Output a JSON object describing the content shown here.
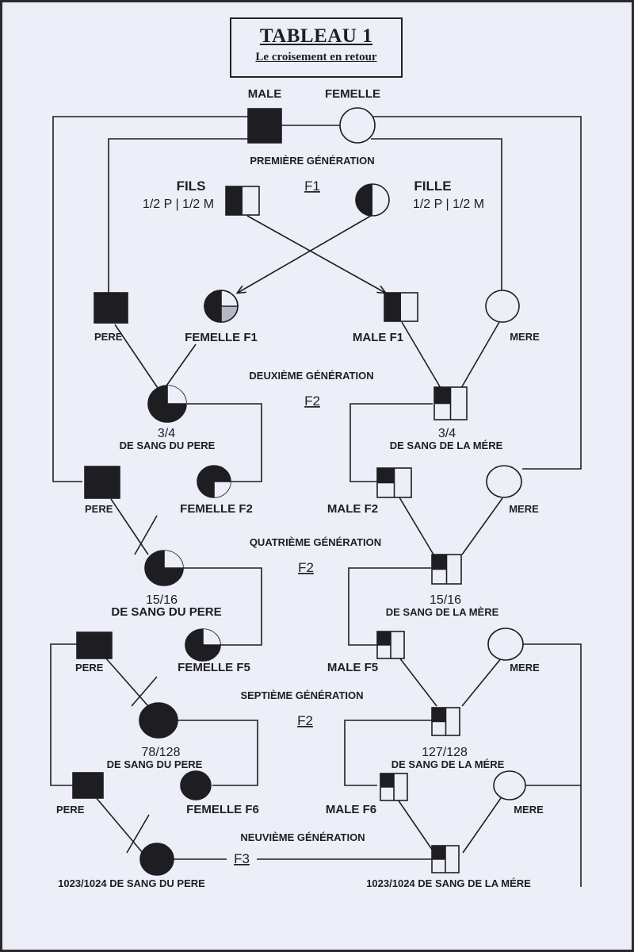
{
  "header": {
    "title": "TABLEAU 1",
    "subtitle": "Le croisement en retour"
  },
  "colors": {
    "ink": "#1e1e22",
    "paper": "#eceef8",
    "shade": "#b8b8c4"
  },
  "parents": {
    "male_label": "MALE",
    "female_label": "FEMELLE"
  },
  "generations": [
    {
      "name": "PREMIÈRE GÉNÉRATION",
      "code": "F1"
    },
    {
      "name": "DEUXIÈME GÉNÉRATION",
      "code": "F2"
    },
    {
      "name": "QUATRIÈME GÉNÉRATION",
      "code": "F2"
    },
    {
      "name": "SEPTIÈME GÉNÉRATION",
      "code": "F2"
    },
    {
      "name": "NEUVIÈME GÉNÉRATION",
      "code": "F3"
    }
  ],
  "f1": {
    "fils_label": "FILS",
    "fils_ratio": "1/2 P | 1/2 M",
    "fille_label": "FILLE",
    "fille_ratio": "1/2 P | 1/2 M"
  },
  "row1": {
    "pere": "PERE",
    "femelle": "FEMELLE F1",
    "male": "MALE F1",
    "mere": "MERE"
  },
  "gen2": {
    "left_frac": "3/4",
    "left_text": "DE SANG DU PERE",
    "right_frac": "3/4",
    "right_text": "DE SANG DE LA MÉRE"
  },
  "row2": {
    "pere": "PERE",
    "femelle": "FEMELLE F2",
    "male": "MALE F2",
    "mere": "MERE"
  },
  "gen4": {
    "left_frac": "15/16",
    "left_text": "DE SANG DU PERE",
    "right_frac": "15/16",
    "right_text": "DE SANG DE LA MÈRE"
  },
  "row3": {
    "pere": "PERE",
    "femelle": "FEMELLE F5",
    "male": "MALE F5",
    "mere": "MERE"
  },
  "gen7": {
    "left_frac": "78/128",
    "left_text": "DE SANG DU PERE",
    "right_frac": "127/128",
    "right_text": "DE SANG DE LA MÉRE"
  },
  "row4": {
    "pere": "PERE",
    "femelle": "FEMELLE F6",
    "male": "MALE F6",
    "mere": "MERE"
  },
  "gen9": {
    "left_text": "1023/1024 DE SANG DU PERE",
    "right_text": "1023/1024 DE SANG DE LA MÉRE"
  },
  "legend_symbols": {
    "male": "square",
    "female": "circle",
    "filled": "father blood",
    "empty": "mother blood"
  }
}
